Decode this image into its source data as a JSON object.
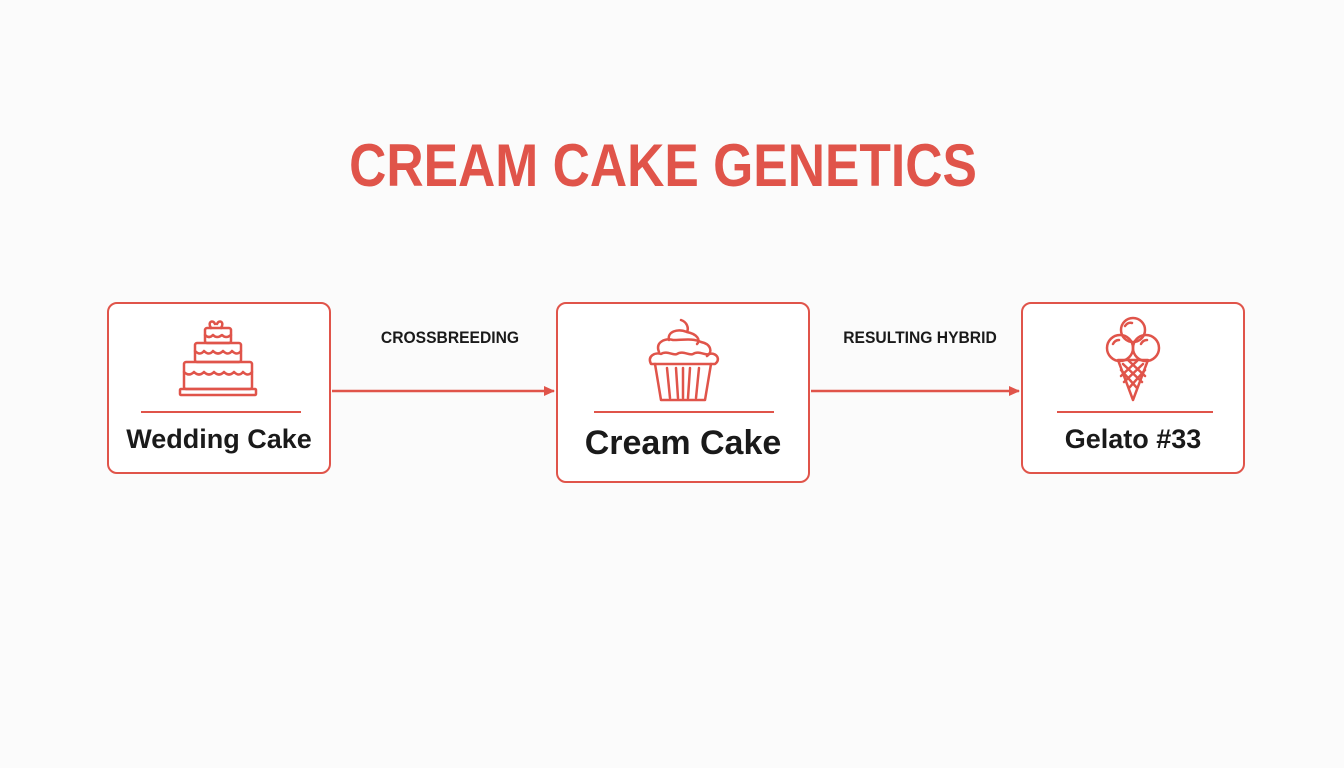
{
  "title": "CREAM CAKE GENETICS",
  "accent_color": "#e0544a",
  "text_color": "#1a1a1a",
  "nodes": [
    {
      "label": "Wedding Cake",
      "icon": "tiered-wedding-cake-icon"
    },
    {
      "label": "Cream Cake",
      "icon": "cupcake-icon"
    },
    {
      "label": "Gelato #33",
      "icon": "ice-cream-cone-icon"
    }
  ],
  "edges": [
    {
      "label": "CROSSBREEDING",
      "from": "Wedding Cake",
      "to": "Cream Cake"
    },
    {
      "label": "RESULTING HYBRID",
      "from": "Cream Cake",
      "to": "Gelato #33"
    }
  ]
}
